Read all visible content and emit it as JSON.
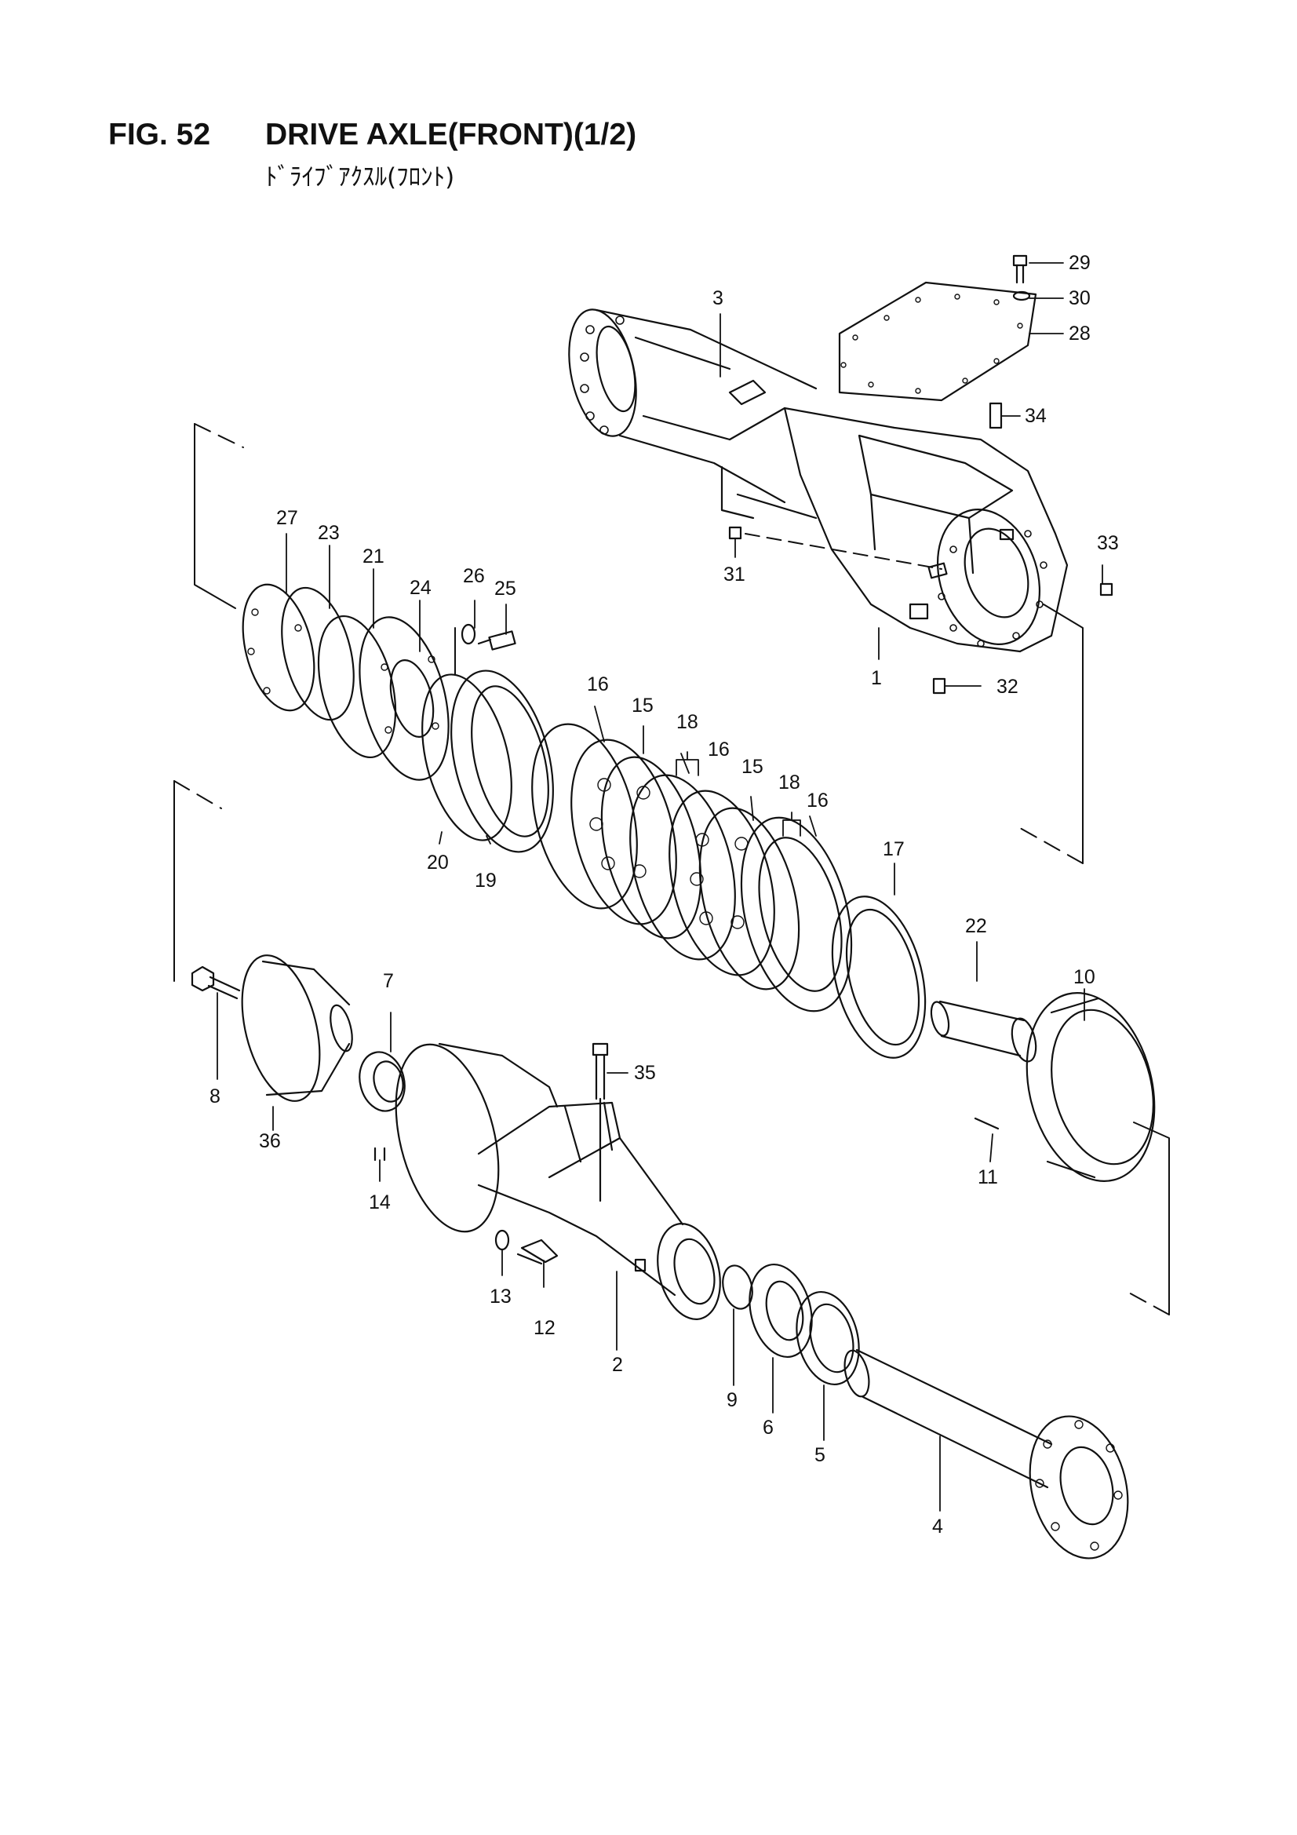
{
  "header": {
    "figure_number": "FIG. 52",
    "title": "DRIVE AXLE(FRONT)(1/2)",
    "subtitle": "ﾄﾞﾗｲﾌﾞｱｸｽﾙ(ﾌﾛﾝﾄ)"
  },
  "callouts": [
    "1",
    "2",
    "3",
    "4",
    "5",
    "6",
    "7",
    "8",
    "9",
    "10",
    "11",
    "12",
    "13",
    "14",
    "15",
    "15",
    "16",
    "16",
    "16",
    "17",
    "18",
    "18",
    "19",
    "20",
    "21",
    "22",
    "23",
    "24",
    "25",
    "26",
    "27",
    "28",
    "29",
    "30",
    "31",
    "32",
    "33",
    "34",
    "35",
    "36"
  ],
  "colors": {
    "line": "#111111",
    "background": "#ffffff"
  }
}
